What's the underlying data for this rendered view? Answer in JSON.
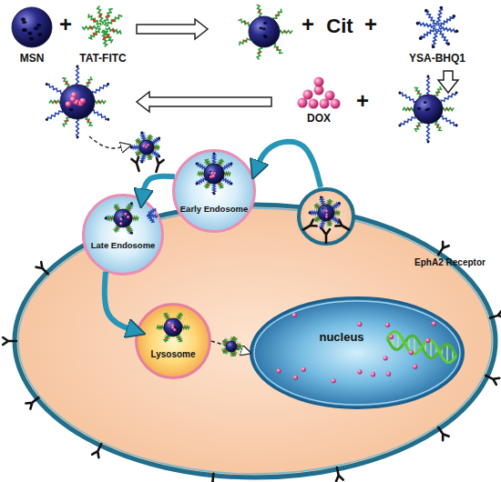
{
  "diagram": {
    "nodes": [
      {
        "text": [
          "Early Endosome"
        ]
      },
      {
        "text": [
          "Late Endosome"
        ]
      },
      {
        "text": [
          "Lysosome"
        ]
      },
      {
        "text": [
          "nucleus"
        ]
      }
    ],
    "edges": [
      {
        "from": 0,
        "to": 1,
        "arrow": "to"
      },
      {
        "from": 1,
        "to": 2,
        "arrow": "to"
      },
      {
        "from": 2,
        "to": 3,
        "arrow": "to"
      }
    ],
    "labels": [
      "MSN",
      "+",
      "TAT-FITC",
      "+",
      "Cit",
      "+",
      "YSA-BHQ1",
      "DOX",
      "+",
      "EphA2 Receptor"
    ]
  }
}
